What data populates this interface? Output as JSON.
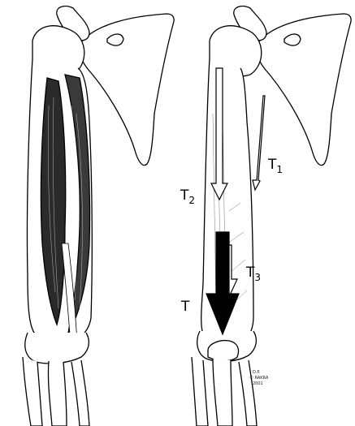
{
  "labels": {
    "t1": {
      "main": "T",
      "sub": "1"
    },
    "t2": {
      "main": "T",
      "sub": "2"
    },
    "t3": {
      "main": "T",
      "sub": "3"
    },
    "t": {
      "main": "T"
    }
  },
  "signature": [
    "D.P.",
    "© RAKRA",
    "2001"
  ],
  "colors": {
    "ink": "#000000",
    "paper": "#ffffff",
    "muscle": "#2a2a2a"
  }
}
